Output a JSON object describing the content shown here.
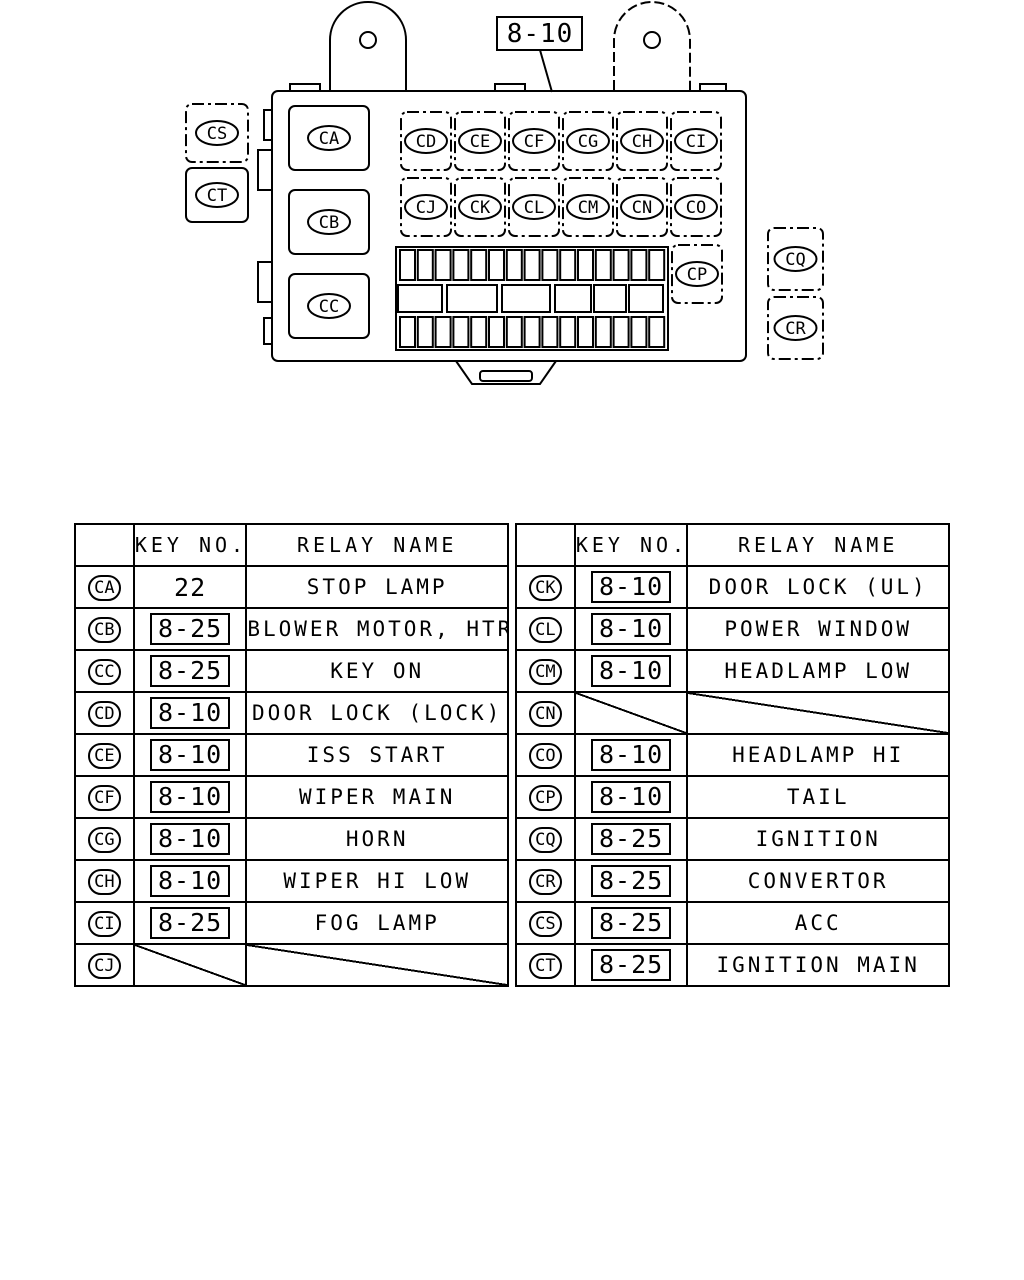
{
  "diagram": {
    "callout_key": "8-10",
    "relays": [
      {
        "code": "CA"
      },
      {
        "code": "CB"
      },
      {
        "code": "CC"
      },
      {
        "code": "CD"
      },
      {
        "code": "CE"
      },
      {
        "code": "CF"
      },
      {
        "code": "CG"
      },
      {
        "code": "CH"
      },
      {
        "code": "CI"
      },
      {
        "code": "CJ"
      },
      {
        "code": "CK"
      },
      {
        "code": "CL"
      },
      {
        "code": "CM"
      },
      {
        "code": "CN"
      },
      {
        "code": "CO"
      },
      {
        "code": "CP"
      },
      {
        "code": "CQ"
      },
      {
        "code": "CR"
      },
      {
        "code": "CS"
      },
      {
        "code": "CT"
      }
    ]
  },
  "table": {
    "header": {
      "code": "",
      "key": "KEY NO.",
      "name": "RELAY NAME"
    },
    "left": [
      {
        "code": "CA",
        "key": "22",
        "boxed": false,
        "name": "STOP LAMP"
      },
      {
        "code": "CB",
        "key": "8-25",
        "boxed": true,
        "name": "BLOWER MOTOR, HTR"
      },
      {
        "code": "CC",
        "key": "8-25",
        "boxed": true,
        "name": "KEY ON"
      },
      {
        "code": "CD",
        "key": "8-10",
        "boxed": true,
        "name": "DOOR LOCK (LOCK)"
      },
      {
        "code": "CE",
        "key": "8-10",
        "boxed": true,
        "name": "ISS START"
      },
      {
        "code": "CF",
        "key": "8-10",
        "boxed": true,
        "name": "WIPER MAIN"
      },
      {
        "code": "CG",
        "key": "8-10",
        "boxed": true,
        "name": "HORN"
      },
      {
        "code": "CH",
        "key": "8-10",
        "boxed": true,
        "name": "WIPER HI LOW"
      },
      {
        "code": "CI",
        "key": "8-25",
        "boxed": true,
        "name": "FOG LAMP"
      },
      {
        "code": "CJ",
        "key": "",
        "boxed": false,
        "name": ""
      }
    ],
    "right": [
      {
        "code": "CK",
        "key": "8-10",
        "boxed": true,
        "name": "DOOR LOCK (UL)"
      },
      {
        "code": "CL",
        "key": "8-10",
        "boxed": true,
        "name": "POWER WINDOW"
      },
      {
        "code": "CM",
        "key": "8-10",
        "boxed": true,
        "name": "HEADLAMP LOW"
      },
      {
        "code": "CN",
        "key": "",
        "boxed": false,
        "name": ""
      },
      {
        "code": "CO",
        "key": "8-10",
        "boxed": true,
        "name": "HEADLAMP HI"
      },
      {
        "code": "CP",
        "key": "8-10",
        "boxed": true,
        "name": "TAIL"
      },
      {
        "code": "CQ",
        "key": "8-25",
        "boxed": true,
        "name": "IGNITION"
      },
      {
        "code": "CR",
        "key": "8-25",
        "boxed": true,
        "name": "CONVERTOR"
      },
      {
        "code": "CS",
        "key": "8-25",
        "boxed": true,
        "name": "ACC"
      },
      {
        "code": "CT",
        "key": "8-25",
        "boxed": true,
        "name": "IGNITION MAIN"
      }
    ]
  }
}
